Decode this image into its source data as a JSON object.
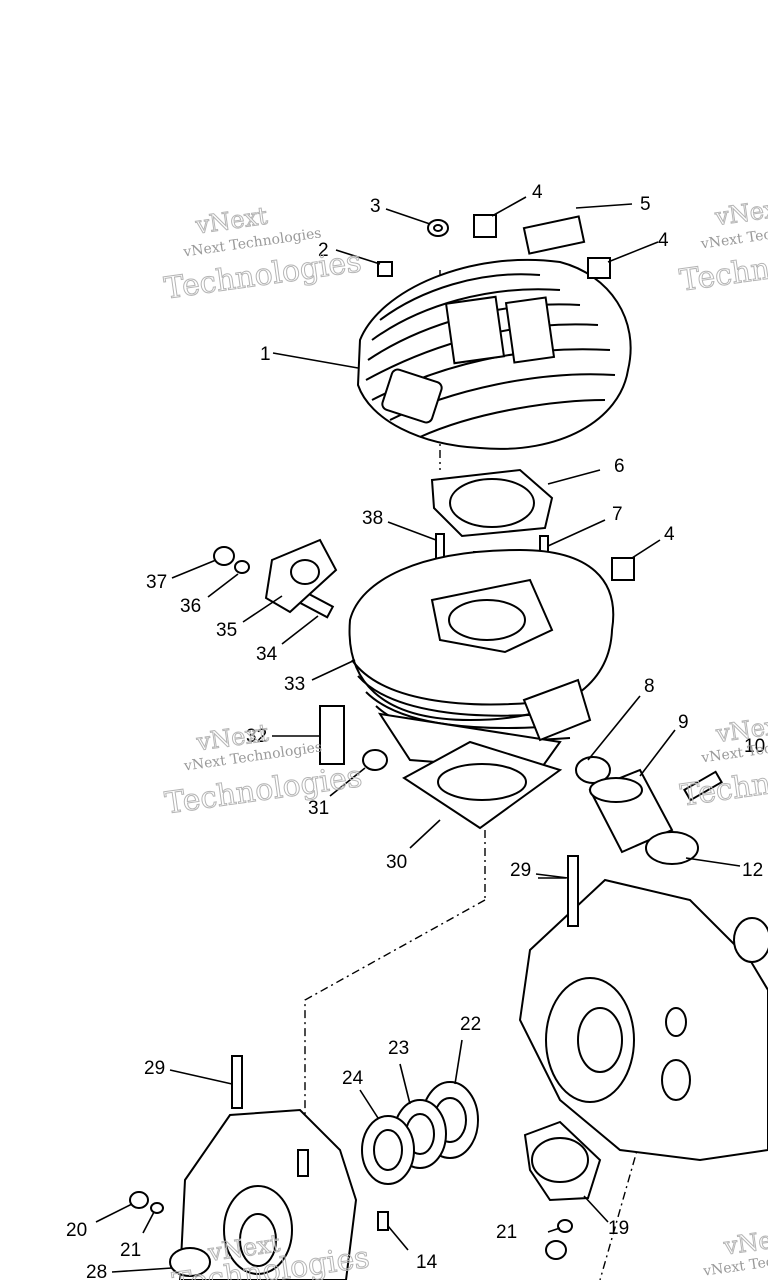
{
  "watermark": {
    "line1": "vNext",
    "line2": "vNext Technologies",
    "line3": "Technologies"
  },
  "callouts": {
    "c1": "1",
    "c2": "2",
    "c3": "3",
    "c4a": "4",
    "c4b": "4",
    "c4c": "4",
    "c5": "5",
    "c6": "6",
    "c7": "7",
    "c8": "8",
    "c9": "9",
    "c10": "10",
    "c12": "12",
    "c14": "14",
    "c19": "19",
    "c20": "20",
    "c21a": "21",
    "c21b": "21",
    "c22": "22",
    "c23": "23",
    "c24": "24",
    "c28": "28",
    "c29a": "29",
    "c29b": "29",
    "c30": "30",
    "c31": "31",
    "c32": "32",
    "c33": "33",
    "c34": "34",
    "c35": "35",
    "c36": "36",
    "c37": "37",
    "c38": "38"
  }
}
